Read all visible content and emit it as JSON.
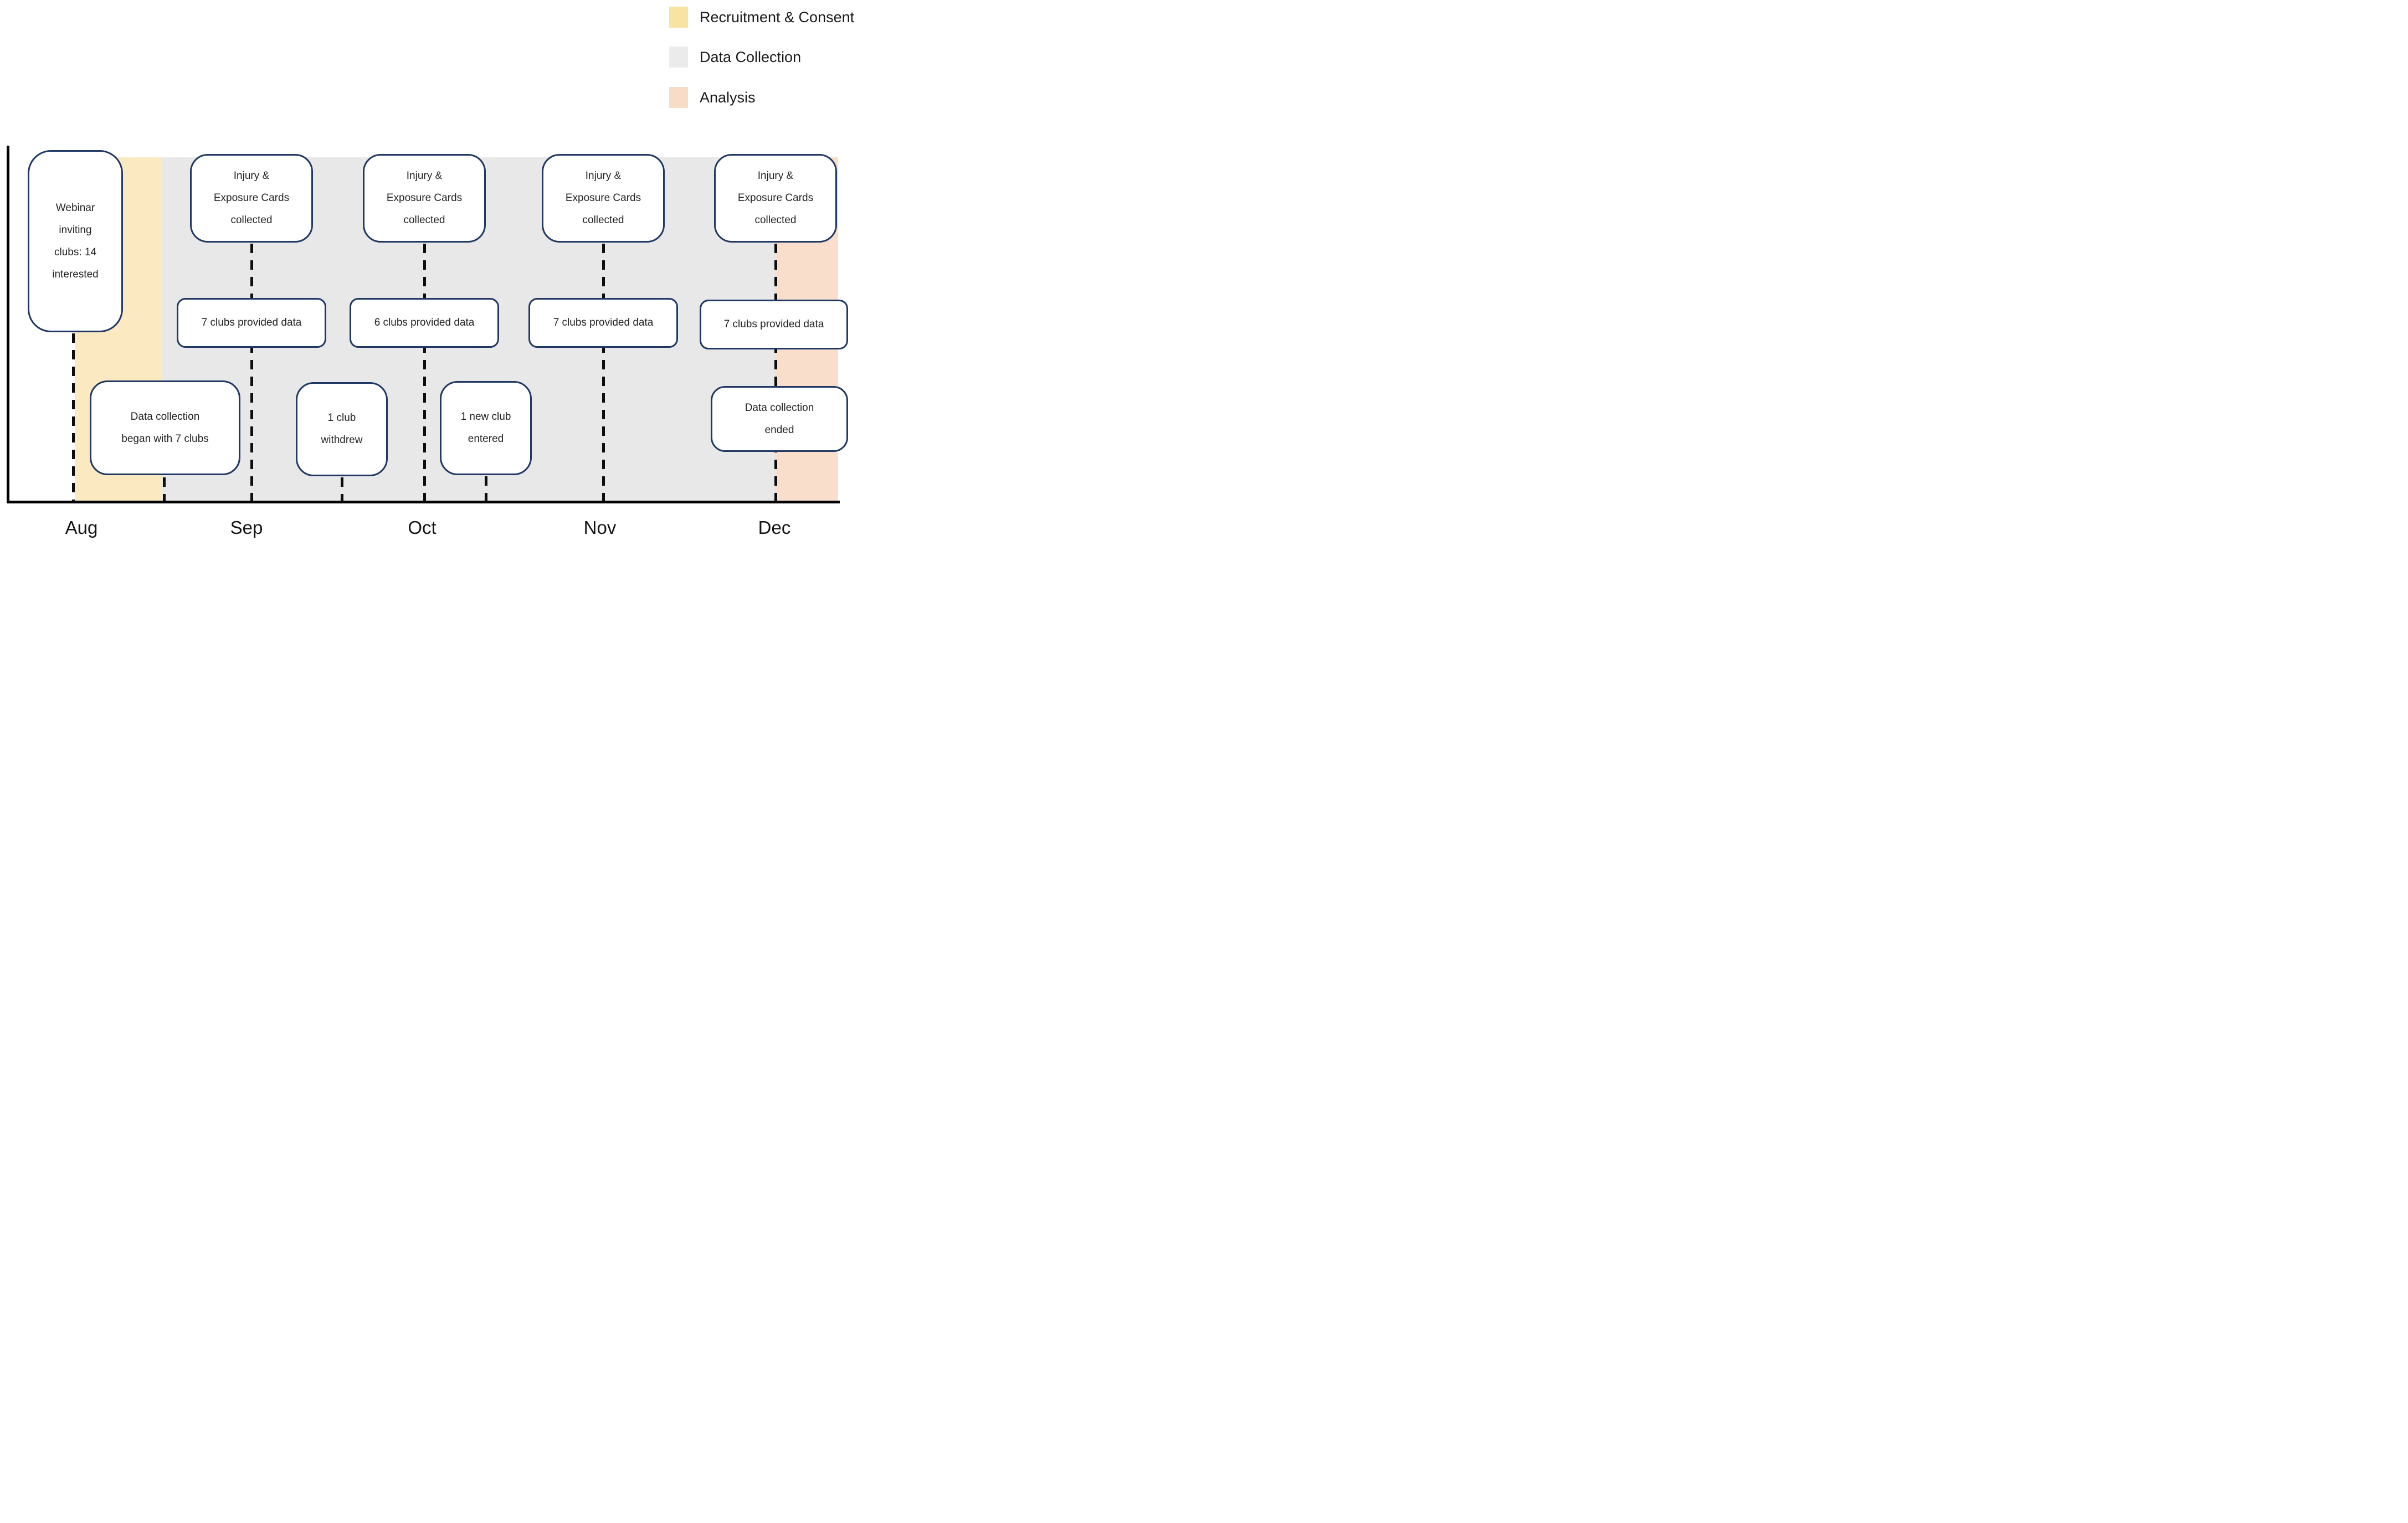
{
  "legend": {
    "items": [
      {
        "id": "recruitment",
        "label": "Recruitment & Consent",
        "swatch_color": "#F9E3A3"
      },
      {
        "id": "data_collection",
        "label": "Data Collection",
        "swatch_color": "#EBEBEB"
      },
      {
        "id": "analysis",
        "label": "Analysis",
        "swatch_color": "#F8DCC7"
      }
    ]
  },
  "phases": [
    {
      "id": "recruitment",
      "name": "Recruitment & Consent",
      "band_color": "#FBE9C2",
      "span_months": [
        "Aug"
      ]
    },
    {
      "id": "data_collection",
      "name": "Data Collection",
      "band_color": "#E9E8E8",
      "span_months": [
        "Sep",
        "Oct",
        "Nov",
        "Dec"
      ]
    },
    {
      "id": "analysis",
      "name": "Analysis",
      "band_color": "#F9DFCB",
      "span_months": [
        "Dec"
      ]
    }
  ],
  "months": [
    "Aug",
    "Sep",
    "Oct",
    "Nov",
    "Dec"
  ],
  "events": {
    "webinar": "Webinar\ninviting\nclubs: 14\ninterested",
    "began": "Data collection\nbegan with 7 clubs",
    "injury_sep": "Injury &\nExposure Cards\ncollected",
    "injury_oct": "Injury &\nExposure Cards\ncollected",
    "injury_nov": "Injury &\nExposure Cards\ncollected",
    "injury_dec": "Injury &\nExposure Cards\ncollected",
    "provided_sep": "7 clubs provided data",
    "provided_oct": "6 clubs provided data",
    "provided_nov": "7 clubs provided data",
    "provided_dec": "7 clubs provided data",
    "withdrew": "1 club\nwithdrew",
    "entered": "1 new club\nentered",
    "ended": "Data collection\nended"
  },
  "colors": {
    "box_border": "#203864",
    "axis": "#000000",
    "dashed_line": "#0d0d0d",
    "text": "#222222"
  }
}
